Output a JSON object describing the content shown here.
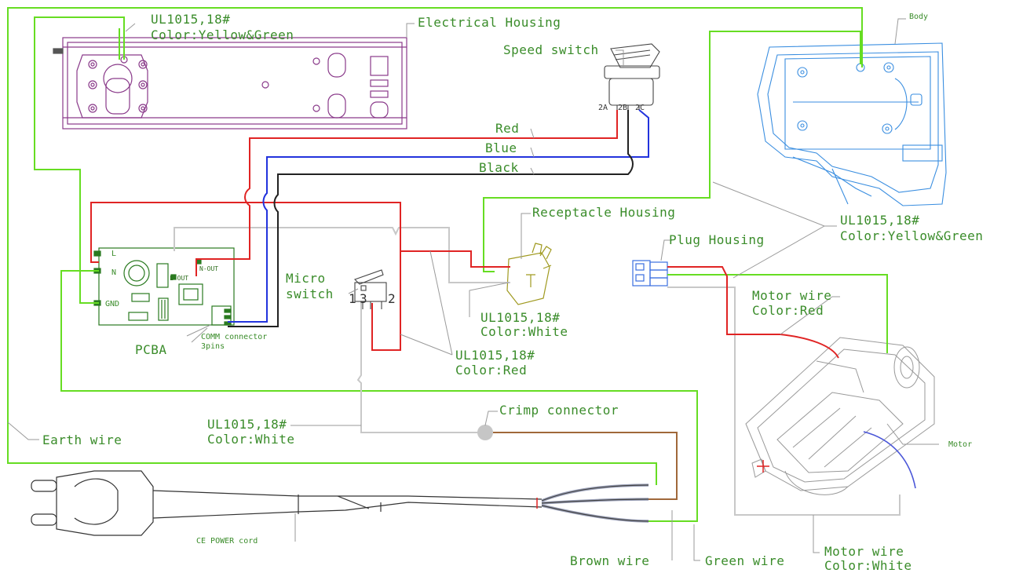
{
  "labels": {
    "electrical_housing": "Electrical Housing",
    "ul_yg_top_1": "UL1015,18#",
    "ul_yg_top_2": "Color:Yellow&Green",
    "speed_switch": "Speed switch",
    "body": "Body",
    "red": "Red",
    "blue": "Blue",
    "black": "Black",
    "terminal_2a": "2A",
    "terminal_2b": "2B",
    "terminal_2c": "2C",
    "receptacle_housing": "Receptacle Housing",
    "ul_yg_right_1": "UL1015,18#",
    "ul_yg_right_2": "Color:Yellow&Green",
    "plug_housing": "Plug Housing",
    "micro_switch_1": "Micro",
    "micro_switch_2": "switch",
    "ms_pin_1": "1",
    "ms_pin_3": "3",
    "ms_pin_2": "2",
    "ul_white_1": "UL1015,18#",
    "ul_white_2": "Color:White",
    "motor_wire_red_1": "Motor wire",
    "motor_wire_red_2": "Color:Red",
    "ul_red_1": "UL1015,18#",
    "ul_red_2": "Color:Red",
    "pcba": "PCBA",
    "comm_1": "COMM connector",
    "comm_2": "3pins",
    "pcb_l": "L",
    "pcb_n": "N",
    "pcb_gnd": "GND",
    "pcb_lout": "L-OUT",
    "pcb_nout": "N-OUT",
    "crimp_connector": "Crimp connector",
    "earth_wire": "Earth wire",
    "ul_white_left_1": "UL1015,18#",
    "ul_white_left_2": "Color:White",
    "motor": "Motor",
    "ce_power_cord": "CE POWER cord",
    "brown_wire": "Brown wire",
    "green_wire": "Green wire",
    "motor_wire_white_1": "Motor wire",
    "motor_wire_white_2": "Color:White"
  },
  "colors": {
    "yellow_green": "#66dd22",
    "red": "#e02424",
    "blue": "#2233dd",
    "black": "#222222",
    "white_wire": "#c8c8c8",
    "brown": "#a0683a",
    "housing_purple": "#8a3a8a",
    "body_blue": "#3a8ee0",
    "label_green": "#3a8c2a"
  }
}
